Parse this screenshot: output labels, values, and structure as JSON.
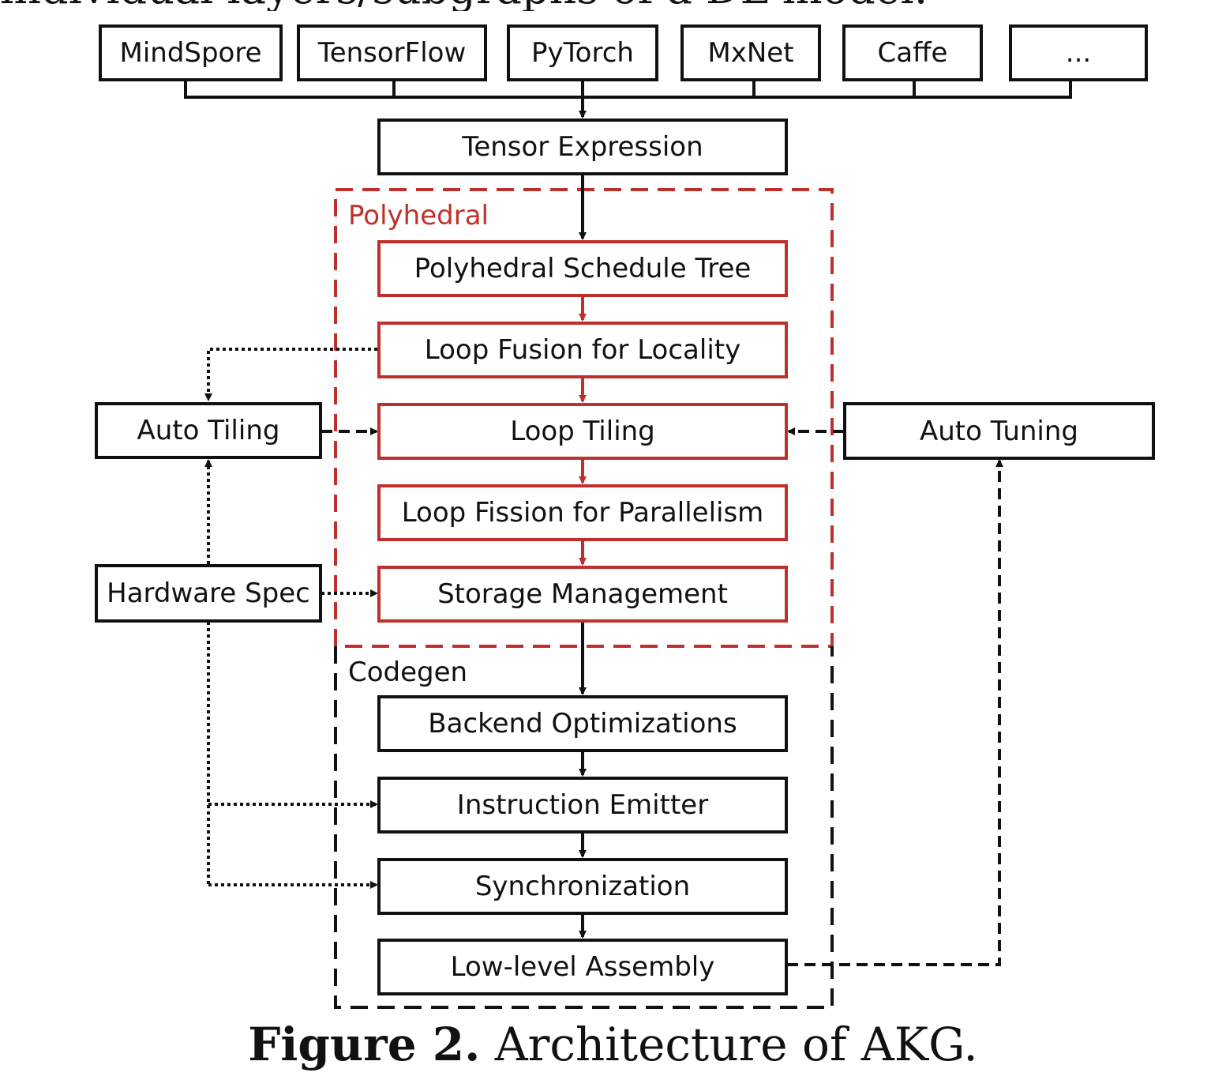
{
  "top_cut_text": "individual layers/subgraphs of a DL model.",
  "frameworks": [
    "MindSpore",
    "TensorFlow",
    "PyTorch",
    "MxNet",
    "Caffe",
    "..."
  ],
  "tensor_expression": "Tensor Expression",
  "polyhedral": {
    "label": "Polyhedral",
    "steps": [
      "Polyhedral Schedule Tree",
      "Loop Fusion for Locality",
      "Loop Tiling",
      "Loop Fission for Parallelism",
      "Storage Management"
    ]
  },
  "codegen": {
    "label": "Codegen",
    "steps": [
      "Backend Optimizations",
      "Instruction Emitter",
      "Synchronization",
      "Low-level Assembly"
    ]
  },
  "side": {
    "auto_tiling": "Auto Tiling",
    "hardware_spec": "Hardware Spec",
    "auto_tuning": "Auto Tuning"
  },
  "caption": {
    "prefix": "Figure 2.",
    "text": " Architecture of AKG."
  },
  "colors": {
    "polyhedral": "#c0302a",
    "default": "#111111"
  }
}
